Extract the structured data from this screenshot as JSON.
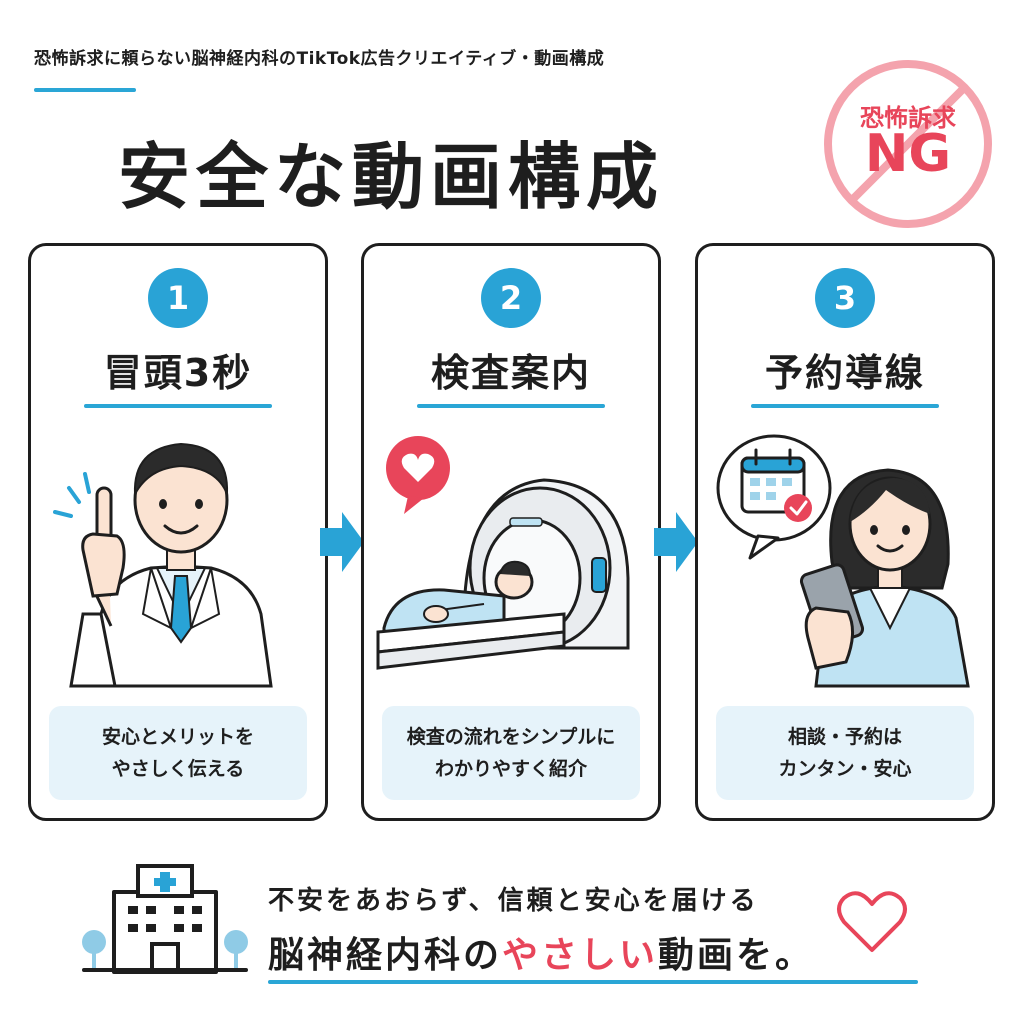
{
  "header": {
    "subtitle": "恐怖訴求に頼らない脳神経内科のTikTok広告クリエイティブ・動画構成",
    "title": "安全な動画構成"
  },
  "ng_badge": {
    "line1": "恐怖訴求",
    "line2": "NG",
    "icon": "prohibited-circle-icon",
    "color": "#e8455a"
  },
  "steps": [
    {
      "number": "1",
      "title": "冒頭3秒",
      "desc_line1": "安心とメリットを",
      "desc_line2": "やさしく伝える",
      "illustration": "doctor-pointing-illustration"
    },
    {
      "number": "2",
      "title": "検査案内",
      "desc_line1": "検査の流れをシンプルに",
      "desc_line2": "わかりやすく紹介",
      "illustration": "mri-scanner-illustration"
    },
    {
      "number": "3",
      "title": "予約導線",
      "desc_line1": "相談・予約は",
      "desc_line2": "カンタン・安心",
      "illustration": "woman-smartphone-booking-illustration"
    }
  ],
  "footer": {
    "line1": "不安をあおらず、信頼と安心を届ける",
    "line2_prefix": "脳神経内科の",
    "line2_accent": "やさしい",
    "line2_suffix": "動画を。"
  },
  "colors": {
    "accent_blue": "#29a3d6",
    "accent_red": "#e8455a",
    "box_bg": "#e6f3fa"
  }
}
